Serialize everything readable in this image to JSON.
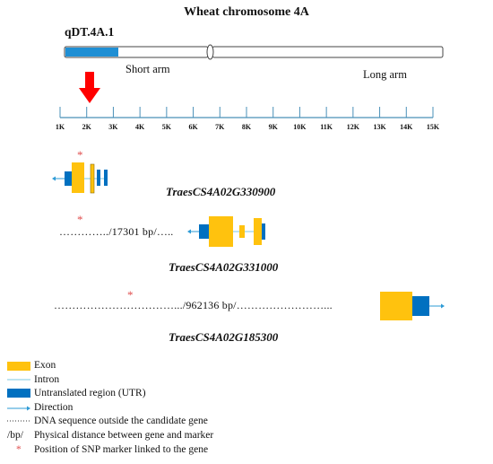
{
  "title": "Wheat chromosome 4A",
  "qtl_label": "qDT.4A.1",
  "arms": {
    "short": "Short arm",
    "long": "Long arm"
  },
  "scale_ticks": [
    "1K",
    "2K",
    "3K",
    "4K",
    "5K",
    "6K",
    "7K",
    "8K",
    "9K",
    "10K",
    "11K",
    "12K",
    "13K",
    "14K",
    "15K"
  ],
  "genes": [
    {
      "name": "TraesCS4A02G330900",
      "distance_label": ""
    },
    {
      "name": "TraesCS4A02G331000",
      "distance_label": "/17301 bp/"
    },
    {
      "name": "TraesCS4A02G185300",
      "distance_label": "/962136 bp/"
    }
  ],
  "snp_symbol": "*",
  "legend": {
    "exon": "Exon",
    "intron": "Intron",
    "utr": "Untranslated region (UTR)",
    "direction": "Direction",
    "outside": "DNA sequence outside the candidate gene",
    "bp_symbol": "/bp/",
    "bp": "Physical distance between gene and marker",
    "snp": "Position of SNP marker linked to the gene"
  },
  "colors": {
    "exon": "#FFC20E",
    "utr": "#0070C0",
    "intron": "#7EC8E3",
    "direction": "#2E9BD6",
    "qtl_region": "#1F8FD4",
    "arrow": "#FF0000",
    "snp": "#E05050",
    "scale": "#4A90B8"
  }
}
